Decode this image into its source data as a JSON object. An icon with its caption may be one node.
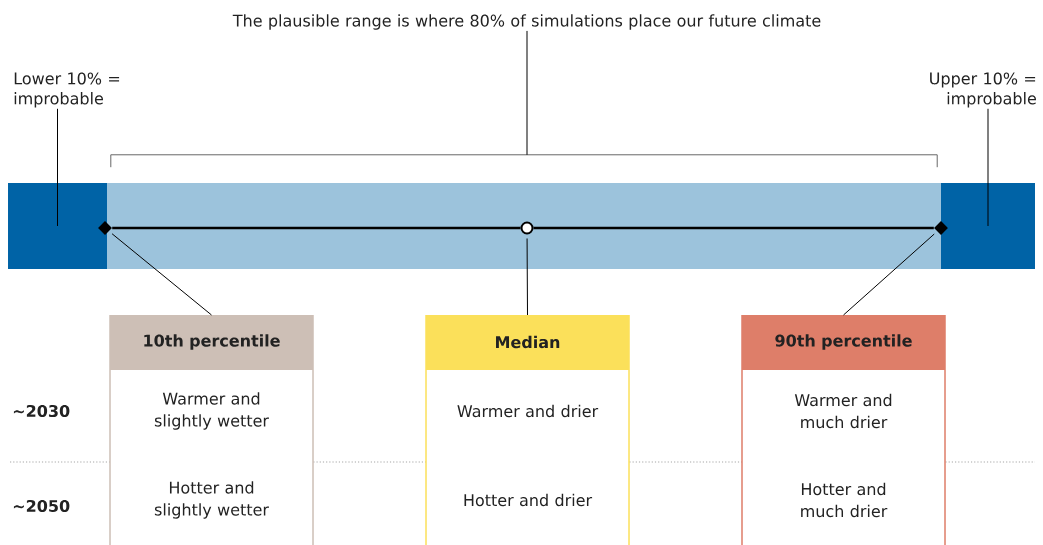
{
  "diagram": {
    "nodes": [
      {
        "text": [
          "The plausible range is where 80% of simulations place our future climate"
        ]
      },
      {
        "text": [
          "Lower 10% = improbable"
        ]
      },
      {
        "text": [
          "Upper 10% = improbable"
        ]
      },
      {
        "text": [],
        "shape": "bar"
      },
      {
        "text": [],
        "shape": "bar"
      },
      {
        "text": [],
        "shape": "bar"
      },
      {
        "text": [],
        "shape": "diamond",
        "in": 4
      },
      {
        "text": [],
        "shape": "circle",
        "in": 4
      },
      {
        "text": [],
        "shape": "diamond",
        "in": 4
      },
      {
        "text": [
          "10th percentile",
          "Warmer and slightly wetter",
          "Hotter and slightly wetter"
        ]
      },
      {
        "text": [
          "Median",
          "Warmer and drier",
          "Hotter and drier"
        ]
      },
      {
        "text": [
          "90th percentile",
          "Warmer and much drier",
          "Hotter and much drier"
        ]
      },
      {
        "text": [],
        "shape": "bracket"
      }
    ],
    "edges": [
      {
        "from": 0,
        "to": 12,
        "arrow": "none"
      },
      {
        "from": 1,
        "to": 3,
        "arrow": "none"
      },
      {
        "from": 2,
        "to": 5,
        "arrow": "none"
      },
      {
        "from": 6,
        "to": 7,
        "arrow": "none",
        "style": "thick"
      },
      {
        "from": 7,
        "to": 8,
        "arrow": "none",
        "style": "thick"
      },
      {
        "from": 9,
        "to": 6,
        "arrow": "none"
      },
      {
        "from": 10,
        "to": 7,
        "arrow": "none"
      },
      {
        "from": 11,
        "to": 8,
        "arrow": "none"
      }
    ],
    "labels": [
      "~2030",
      "~2050"
    ]
  }
}
